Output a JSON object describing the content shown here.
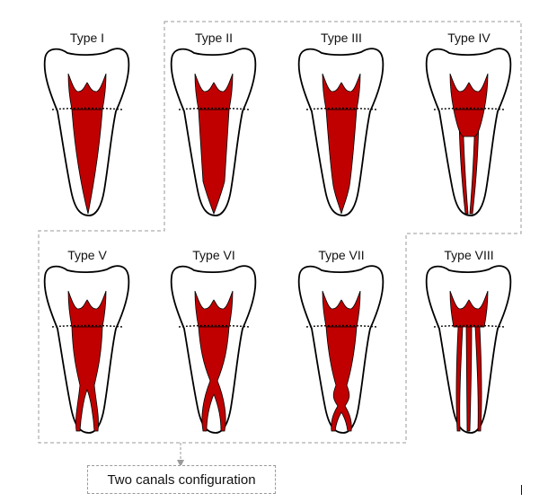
{
  "teeth": [
    {
      "label": "Type I",
      "canal": "single"
    },
    {
      "label": "Type II",
      "canal": "2-1"
    },
    {
      "label": "Type III",
      "canal": "1-2-1"
    },
    {
      "label": "Type IV",
      "canal": "2"
    },
    {
      "label": "Type V",
      "canal": "1-2"
    },
    {
      "label": "Type VI",
      "canal": "2-1-2"
    },
    {
      "label": "Type VII",
      "canal": "1-2-1-2"
    },
    {
      "label": "Type VIII",
      "canal": "3"
    }
  ],
  "group_label": "Two canals configuration",
  "colors": {
    "canal": "#c00000",
    "outline": "#000000",
    "group_border": "#9a9a9a"
  }
}
